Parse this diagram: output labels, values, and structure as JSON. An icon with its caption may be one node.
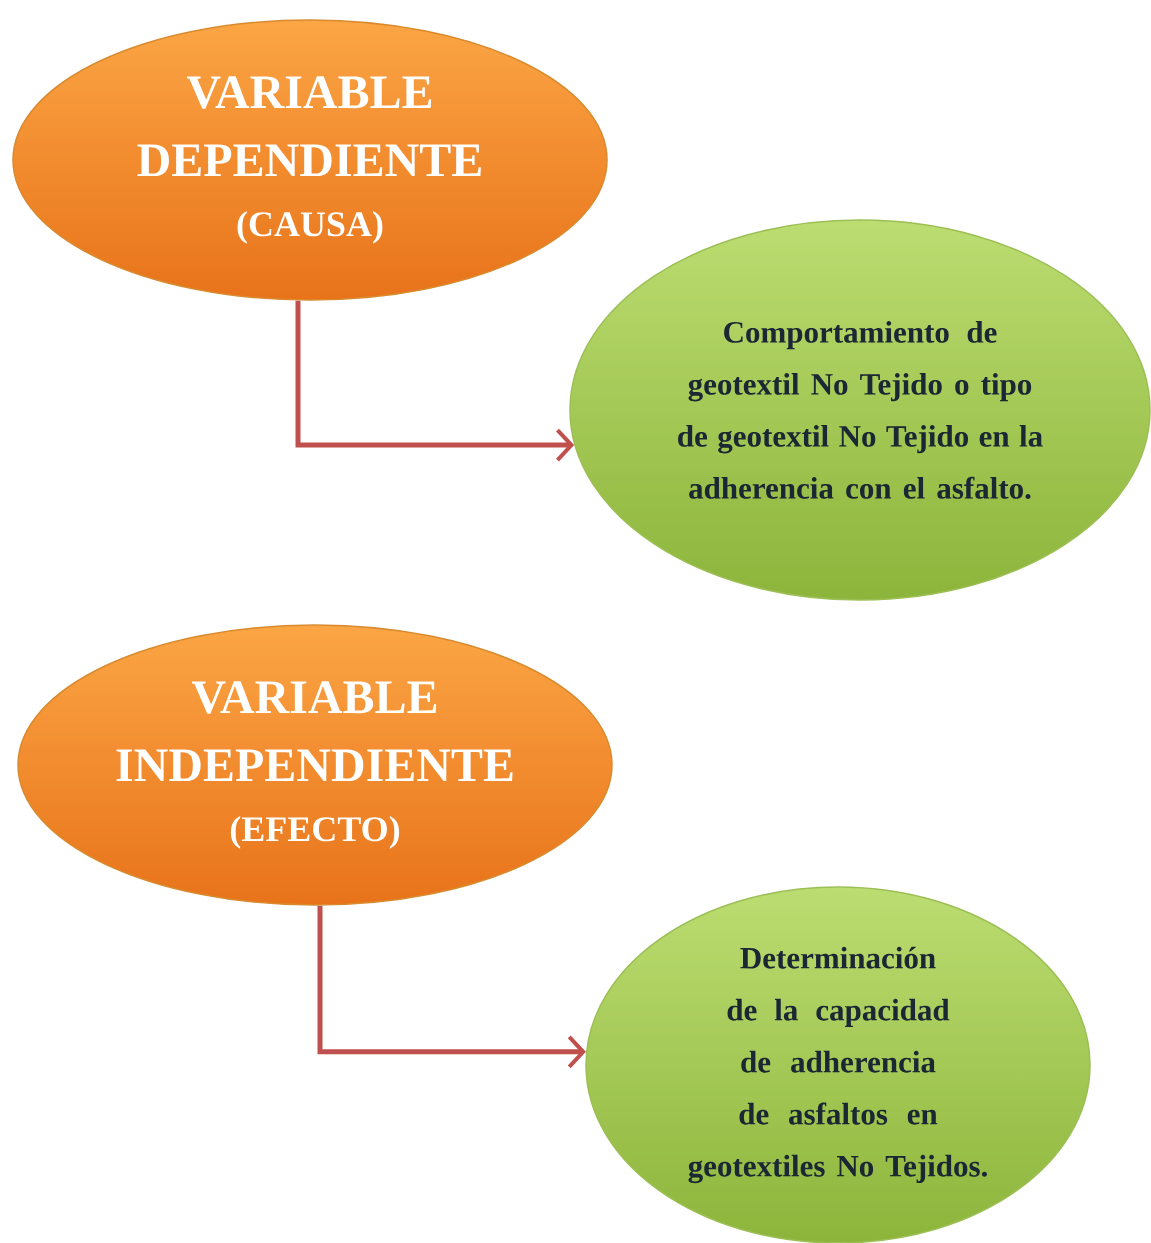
{
  "diagram": {
    "nodes": [
      {
        "text": [
          "VARIABLE DEPENDIENTE",
          "(CAUSA)"
        ]
      },
      {
        "text": [
          "Comportamiento de geotextil No Tejido o tipo de geotextil No Tejido en la adherencia con el asfalto."
        ]
      },
      {
        "text": [
          "VARIABLE INDEPENDIENTE",
          "(EFECTO)"
        ]
      },
      {
        "text": [
          "Determinación de la capacidad de adherencia de asfaltos en geotextiles No Tejidos."
        ]
      }
    ],
    "edges": [
      {
        "from": 0,
        "to": 1,
        "arrow": "to"
      },
      {
        "from": 2,
        "to": 3,
        "arrow": "to"
      }
    ]
  }
}
